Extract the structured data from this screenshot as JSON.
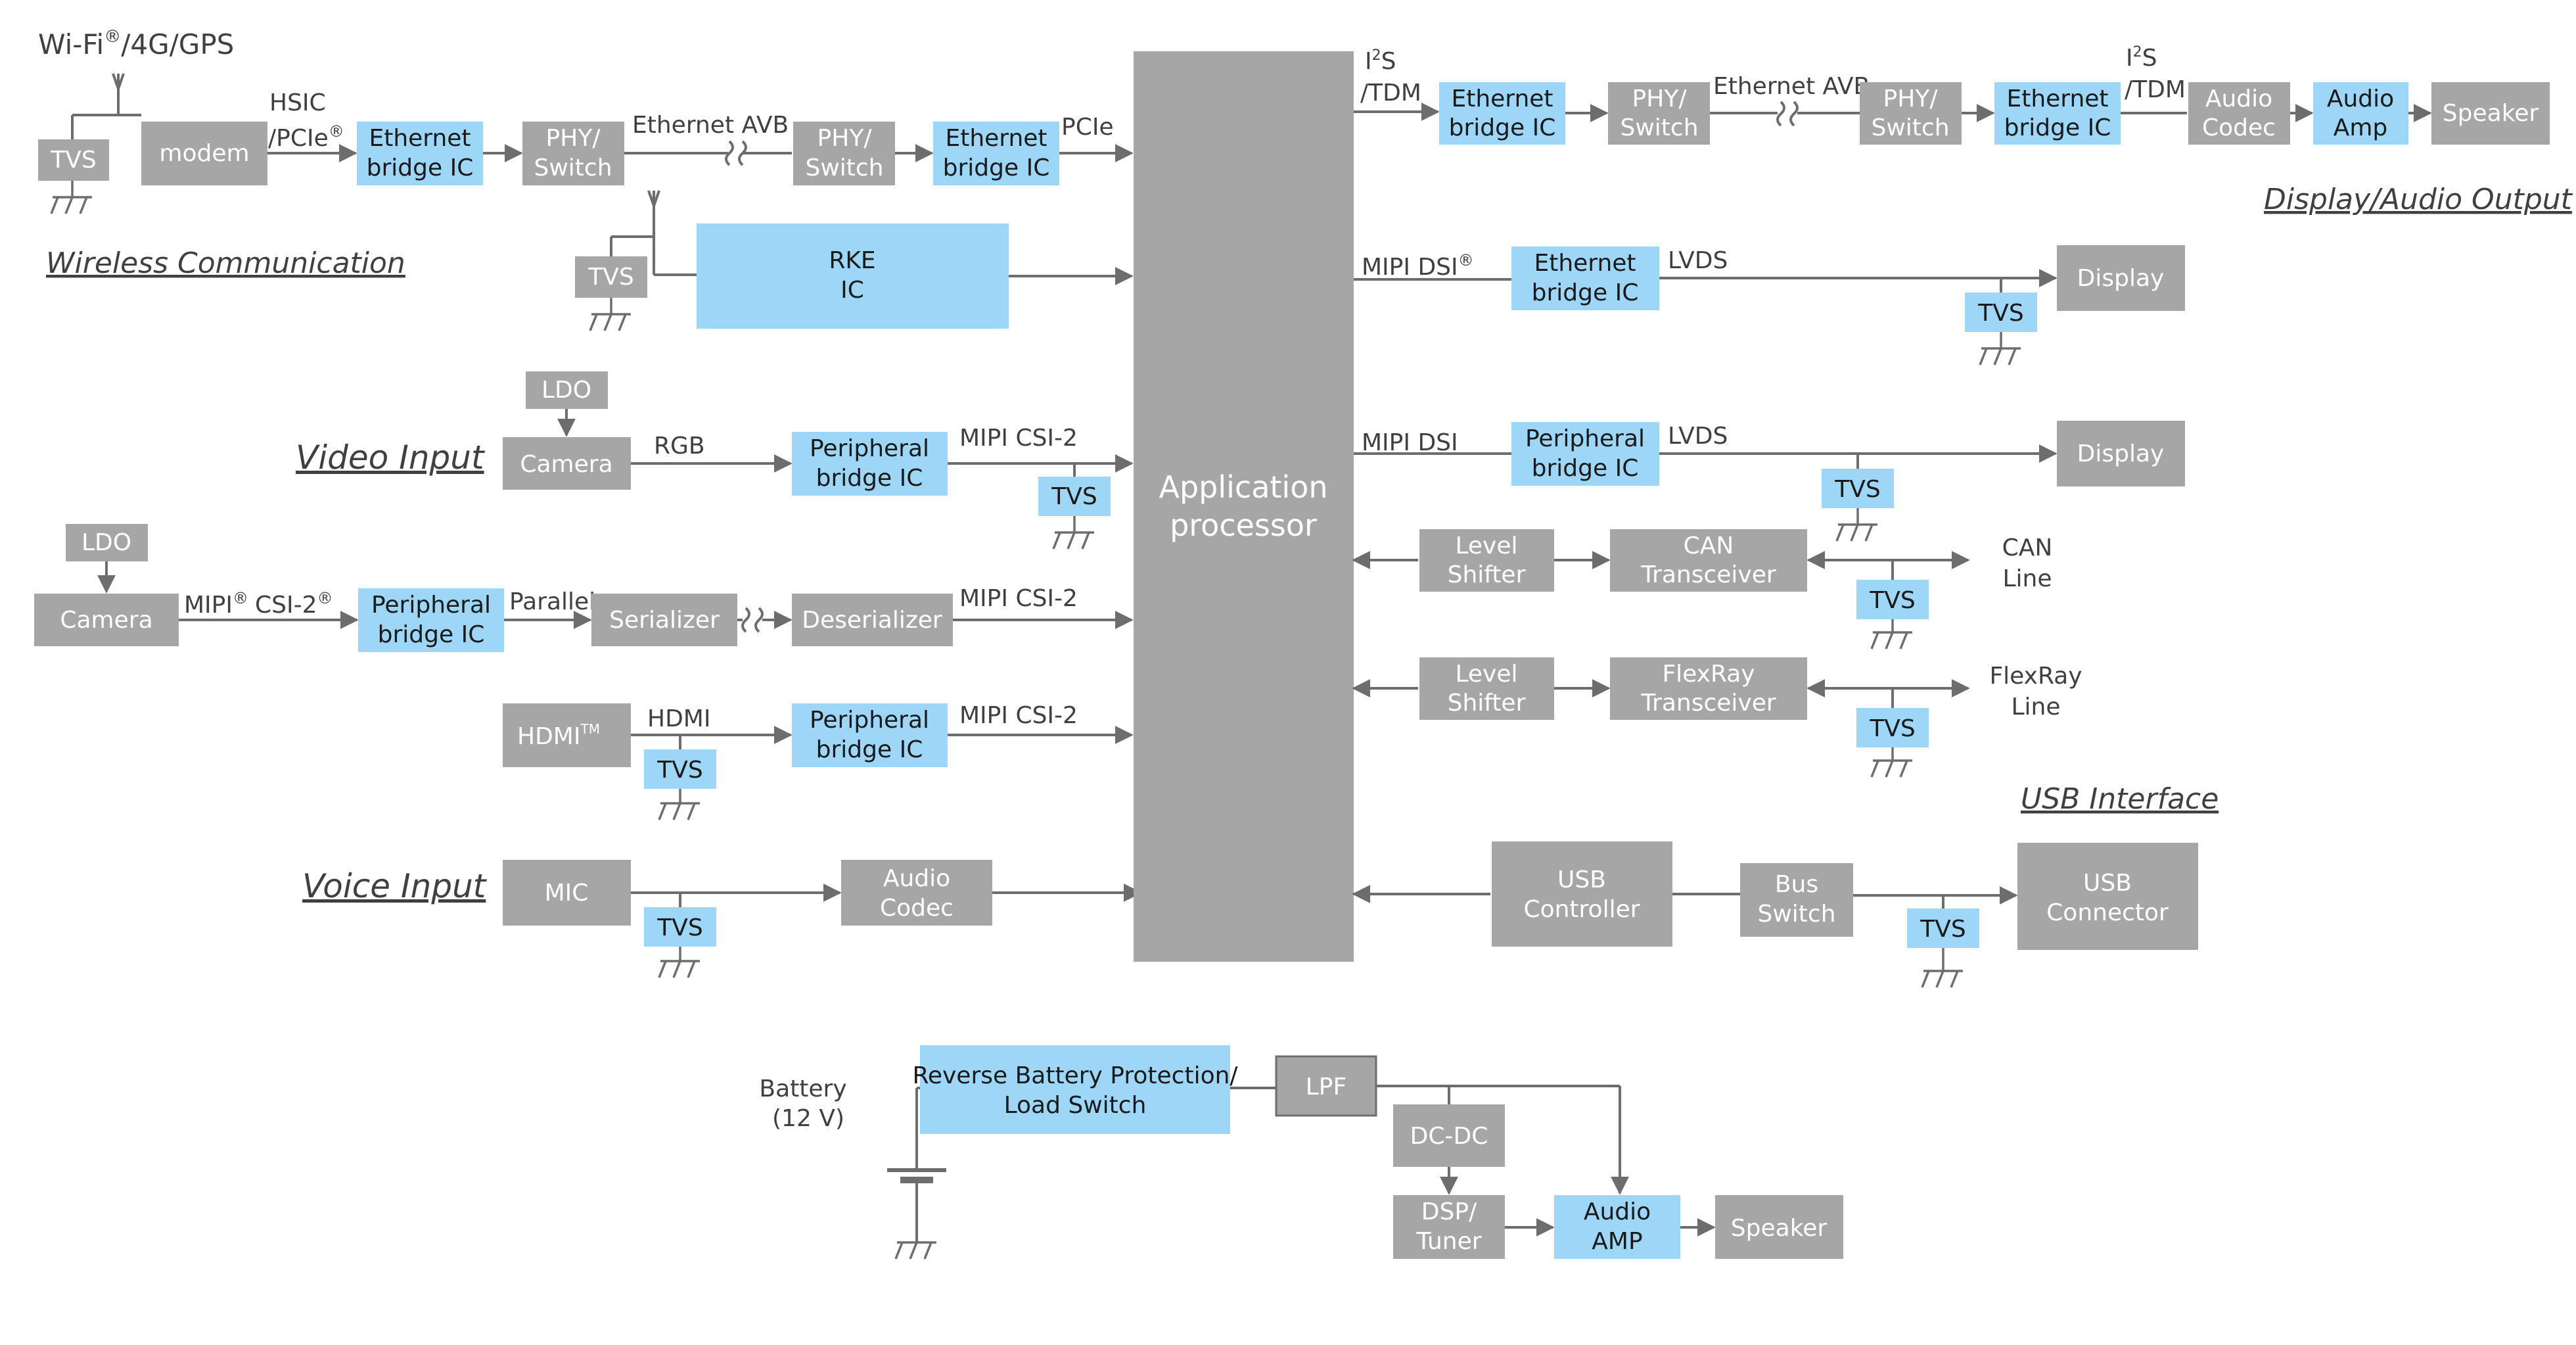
{
  "sections": {
    "wireless": "Wireless Communication",
    "video_input": "Video Input",
    "voice_input": "Voice Input",
    "display_audio": "Display/Audio Output",
    "usb_interface": "USB Interface"
  },
  "labels": {
    "wifi": "Wi-Fi",
    "wifi_mark": "®",
    "wifi_rest": "/4G/GPS",
    "hsic": "HSIC",
    "pcie_slash": "/PCIe",
    "pcie_mark": "®",
    "eth_avb_1": "Ethernet AVB",
    "pcie": "PCIe",
    "rgb": "RGB",
    "mipi_csi2_a": "MIPI CSI-2",
    "mipi_a": "MIPI",
    "mipi_a_mark": "®",
    "csi2_a": "CSI-2",
    "csi2_a_mark": "®",
    "parallel": "Parallel",
    "mipi_csi2_b": "MIPI CSI-2",
    "hdmi": "HDMI",
    "mipi_csi2_c": "MIPI CSI-2",
    "i2s_1_i": "I",
    "i2s_1_sup": "2",
    "i2s_1_s": "S",
    "tdm_1": "/TDM",
    "eth_avb_2": "Ethernet AVB",
    "i2s_2_i": "I",
    "i2s_2_sup": "2",
    "i2s_2_s": "S",
    "tdm_2": "/TDM",
    "mipi_dsi_1": "MIPI DSI",
    "mipi_dsi_1_mark": "®",
    "lvds_1": "LVDS",
    "mipi_dsi_2": "MIPI DSI",
    "lvds_2": "LVDS",
    "can_line_1": "CAN",
    "can_line_2": "Line",
    "flexray_line_1": "FlexRay",
    "flexray_line_2": "Line",
    "battery_1": "Battery",
    "battery_2": "(12 V)"
  },
  "blocks": {
    "tvs": "TVS",
    "modem": "modem",
    "eth_bridge_1": "Ethernet",
    "eth_bridge_2": "bridge IC",
    "phy_1": "PHY/",
    "phy_2": "Switch",
    "rke_1": "RKE",
    "rke_2": "IC",
    "ldo": "LDO",
    "camera": "Camera",
    "periph_1": "Peripheral",
    "periph_2": "bridge IC",
    "serializer": "Serializer",
    "deserializer": "Deserializer",
    "hdmi": "HDMI",
    "hdmi_tm": "TM",
    "mic": "MIC",
    "audio_codec_1": "Audio",
    "audio_codec_2": "Codec",
    "ap_1": "Application",
    "ap_2": "processor",
    "audio_amp_1": "Audio",
    "audio_amp_2": "Amp",
    "speaker": "Speaker",
    "display": "Display",
    "level_1": "Level",
    "level_2": "Shifter",
    "can_tx_1": "CAN",
    "can_tx_2": "Transceiver",
    "flexray_tx_1": "FlexRay",
    "flexray_tx_2": "Transceiver",
    "usb_ctrl_1": "USB",
    "usb_ctrl_2": "Controller",
    "bus_switch_1": "Bus",
    "bus_switch_2": "Switch",
    "usb_conn_1": "USB",
    "usb_conn_2": "Connector",
    "rbp_1": "Reverse Battery Protection/",
    "rbp_2": "Load Switch",
    "lpf": "LPF",
    "dcdc": "DC-DC",
    "dsp_1": "DSP/",
    "dsp_2": "Tuner",
    "audio_amp_caps": "AMP"
  },
  "colors": {
    "gray_block": "#a6a6a6",
    "blue_block": "#9dd6f7",
    "line": "#6d6d6d"
  }
}
